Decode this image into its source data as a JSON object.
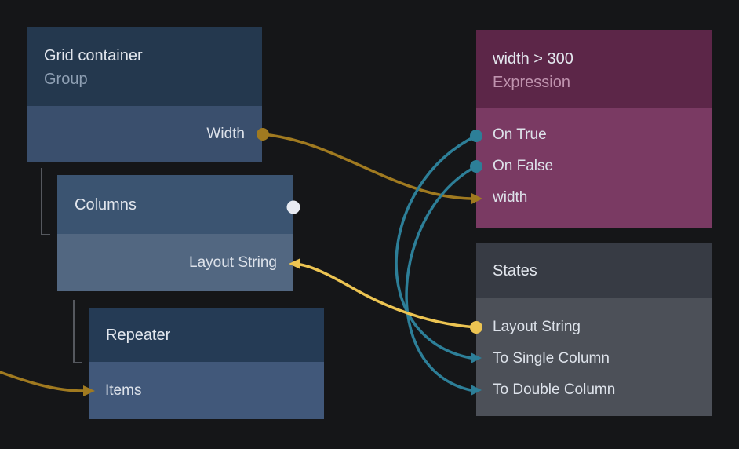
{
  "nodes": {
    "grid_container": {
      "title": "Grid container",
      "subtitle": "Group",
      "ports": {
        "width": "Width"
      }
    },
    "columns": {
      "title": "Columns",
      "ports": {
        "layout_string": "Layout String"
      }
    },
    "repeater": {
      "title": "Repeater",
      "ports": {
        "items": "Items"
      }
    },
    "expression": {
      "title": "width > 300",
      "subtitle": "Expression",
      "ports": {
        "on_true": "On True",
        "on_false": "On False",
        "width": "width"
      }
    },
    "states": {
      "title": "States",
      "ports": {
        "layout_string": "Layout String",
        "to_single_column": "To Single Column",
        "to_double_column": "To Double Column"
      }
    }
  },
  "edges": [
    {
      "from": "Grid container.Width",
      "to": "width > 300.width",
      "color": "#a07a20"
    },
    {
      "from": "width > 300.On True",
      "to": "States.To Single Column",
      "color": "#2d7f98"
    },
    {
      "from": "width > 300.On False",
      "to": "States.To Double Column",
      "color": "#2d7f98"
    },
    {
      "from": "States.Layout String",
      "to": "Columns.Layout String",
      "color": "#ecc452"
    },
    {
      "from": "offscreen-left",
      "to": "Repeater.Items",
      "color": "#a07a20"
    }
  ],
  "hierarchy": [
    {
      "parent": "Grid container",
      "child": "Columns"
    },
    {
      "parent": "Columns",
      "child": "Repeater"
    }
  ],
  "colors": {
    "background": "#151618",
    "wire_gold": "#a07a20",
    "wire_yellow": "#ecc452",
    "wire_teal": "#2d7f98",
    "unconnected_port": "#e8ebf2",
    "grid_header": "#24384e",
    "grid_body": "#3a4f6d",
    "columns_header": "#3b5471",
    "columns_body": "#526781",
    "repeater_header": "#253b55",
    "repeater_body": "#41587a",
    "expression_header": "#5c2648",
    "expression_body": "#7a3a63",
    "states_header": "#373b44",
    "states_body": "#4c5058"
  }
}
